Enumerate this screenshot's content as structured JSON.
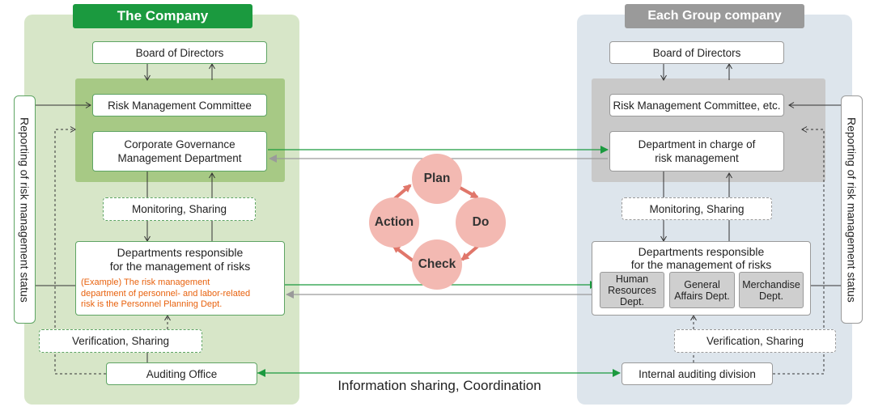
{
  "left": {
    "title": "The Company",
    "board": "Board of Directors",
    "risk_committee": "Risk Management Committee",
    "governance_dept": "Corporate Governance\nManagement Department",
    "monitoring": "Monitoring, Sharing",
    "departments_title": "Departments responsible\nfor the management of risks",
    "example": "(Example) The risk management\ndepartment of personnel- and labor-related\nrisk is the Personnel Planning Dept.",
    "verification": "Verification, Sharing",
    "auditing": "Auditing Office",
    "side_label": "Reporting of risk management status"
  },
  "right": {
    "title": "Each Group company",
    "board": "Board of Directors",
    "risk_committee": "Risk Management Committee, etc.",
    "risk_dept": "Department in charge of\nrisk management",
    "monitoring": "Monitoring, Sharing",
    "departments_title": "Departments responsible\nfor the management of risks",
    "sub_depts": [
      "Human\nResources\nDept.",
      "General\nAffairs Dept.",
      "Merchandise\nDept."
    ],
    "verification": "Verification, Sharing",
    "auditing": "Internal auditing division",
    "side_label": "Reporting of risk management status"
  },
  "cycle": {
    "plan": "Plan",
    "do": "Do",
    "check": "Check",
    "action": "Action"
  },
  "bottom_label": "Information sharing, Coordination",
  "colors": {
    "green": "#1b9a3f",
    "gray": "#9a9a9a",
    "cycle_fill": "#f3b9b2",
    "cycle_arrow": "#e0766a",
    "orange_text": "#e8620e"
  }
}
